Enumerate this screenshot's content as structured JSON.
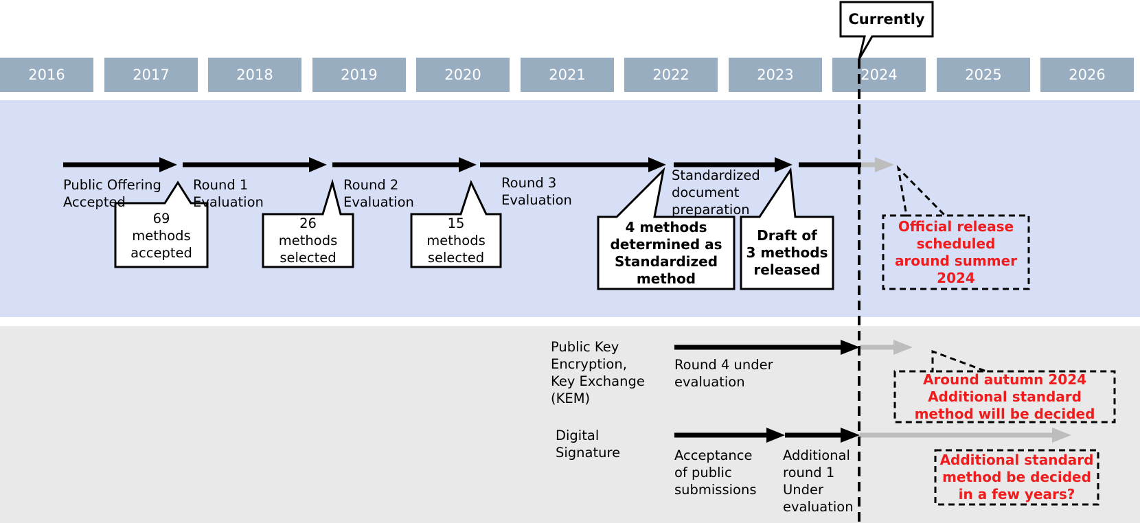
{
  "years": [
    "2016",
    "2017",
    "2018",
    "2019",
    "2020",
    "2021",
    "2022",
    "2023",
    "2024",
    "2025",
    "2026"
  ],
  "current_marker": {
    "label": "Currently"
  },
  "standardization": {
    "phases": [
      "Public Offering\nAccepted",
      "Round 1\nEvaluation",
      "Round 2\nEvaluation",
      "Round 3\nEvaluation",
      "Standardized\ndocument\npreparation"
    ],
    "callouts": [
      "69\nmethods\naccepted",
      "26\nmethods\nselected",
      "15\nmethods\nselected",
      "4 methods\ndetermined as\nStandardized\nmethod",
      "Draft of\n3 methods\nreleased"
    ],
    "outlook": "Official release\nscheduled\naround summer\n2024"
  },
  "additional": {
    "kem": {
      "category": "Public Key\nEncryption,\nKey Exchange\n(KEM)",
      "phase": "Round 4 under\nevaluation",
      "outlook": "Around autumn 2024\nAdditional standard\nmethod will be decided"
    },
    "signature": {
      "category": "Digital\nSignature",
      "phase1": "Acceptance\nof public\nsubmissions",
      "phase2": "Additional\nround 1\nUnder\nevaluation",
      "outlook": "Additional standard\nmethod be decided\nin a few years?"
    }
  },
  "colors": {
    "year_bar": "#98adc0",
    "upper_band": "#d7dff7",
    "lower_band": "#e9e9e9",
    "outlook_text": "#ee1c1c",
    "future_arrow": "#bdbdbd"
  }
}
